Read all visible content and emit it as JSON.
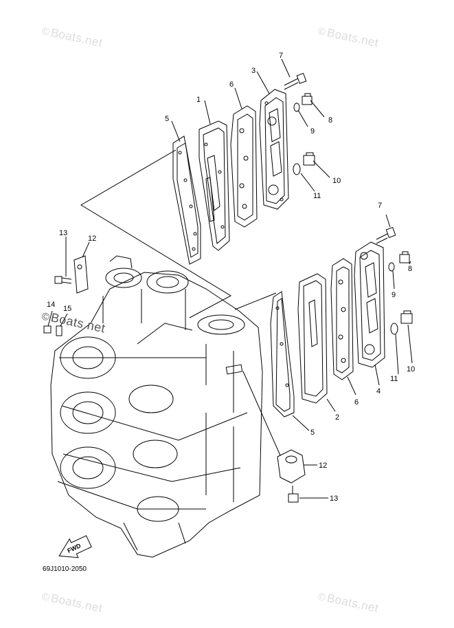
{
  "diagram": {
    "code": "69J1010-2050",
    "fwd_label": "FWD",
    "watermark": "Boats.net",
    "watermark_symbol": "©",
    "callouts": [
      "1",
      "2",
      "3",
      "4",
      "5",
      "5",
      "6",
      "6",
      "7",
      "7",
      "8",
      "8",
      "9",
      "9",
      "10",
      "10",
      "11",
      "11",
      "12",
      "12",
      "13",
      "13",
      "14",
      "15"
    ]
  }
}
